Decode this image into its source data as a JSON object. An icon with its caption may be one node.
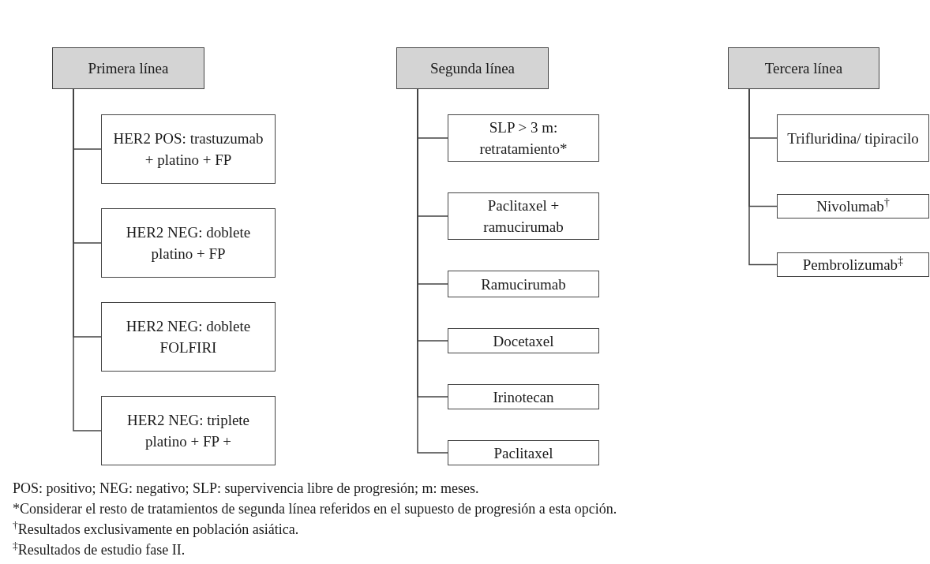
{
  "diagram": {
    "nodes": [
      {
        "text": [
          "Primera línea"
        ]
      },
      {
        "text": [
          "HER2 POS: trastuzumab + platino + FP"
        ]
      },
      {
        "text": [
          "HER2 NEG: doblete platino + FP"
        ]
      },
      {
        "text": [
          "HER2 NEG: doblete FOLFIRI"
        ]
      },
      {
        "text": [
          "HER2 NEG: triplete platino + FP +"
        ]
      },
      {
        "text": [
          "Segunda línea"
        ]
      },
      {
        "text": [
          "SLP > 3 m: retratamiento*"
        ]
      },
      {
        "text": [
          "Paclitaxel + ramucirumab"
        ]
      },
      {
        "text": [
          "Ramucirumab"
        ]
      },
      {
        "text": [
          "Docetaxel"
        ]
      },
      {
        "text": [
          "Irinotecan"
        ]
      },
      {
        "text": [
          "Paclitaxel"
        ]
      },
      {
        "text": [
          "Tercera línea"
        ]
      },
      {
        "text": [
          "Trifluridina/ tipiracilo"
        ]
      },
      {
        "text": [
          "Nivolumab$^{†}$"
        ]
      },
      {
        "text": [
          "Pembrolizumab$^{‡}$"
        ]
      }
    ],
    "edges": [
      {
        "from": 0,
        "to": 1,
        "arrow": "none"
      },
      {
        "from": 0,
        "to": 2,
        "arrow": "none"
      },
      {
        "from": 0,
        "to": 3,
        "arrow": "none"
      },
      {
        "from": 0,
        "to": 4,
        "arrow": "none"
      },
      {
        "from": 5,
        "to": 6,
        "arrow": "none"
      },
      {
        "from": 5,
        "to": 7,
        "arrow": "none"
      },
      {
        "from": 5,
        "to": 8,
        "arrow": "none"
      },
      {
        "from": 5,
        "to": 9,
        "arrow": "none"
      },
      {
        "from": 5,
        "to": 10,
        "arrow": "none"
      },
      {
        "from": 5,
        "to": 11,
        "arrow": "none"
      },
      {
        "from": 12,
        "to": 13,
        "arrow": "none"
      },
      {
        "from": 12,
        "to": 14,
        "arrow": "none"
      },
      {
        "from": 12,
        "to": 15,
        "arrow": "none"
      }
    ],
    "labels": [
      "POS: positivo; NEG: negativo; SLP: supervivencia libre de progresión; m: meses.",
      "*Considerar el resto de tratamientos de segunda línea referidos en el supuesto de progresión a esta opción.",
      "$^{†}$Resultados exclusivamente en población asiática.",
      "$^{‡}$Resultados de estudio fase II."
    ]
  }
}
